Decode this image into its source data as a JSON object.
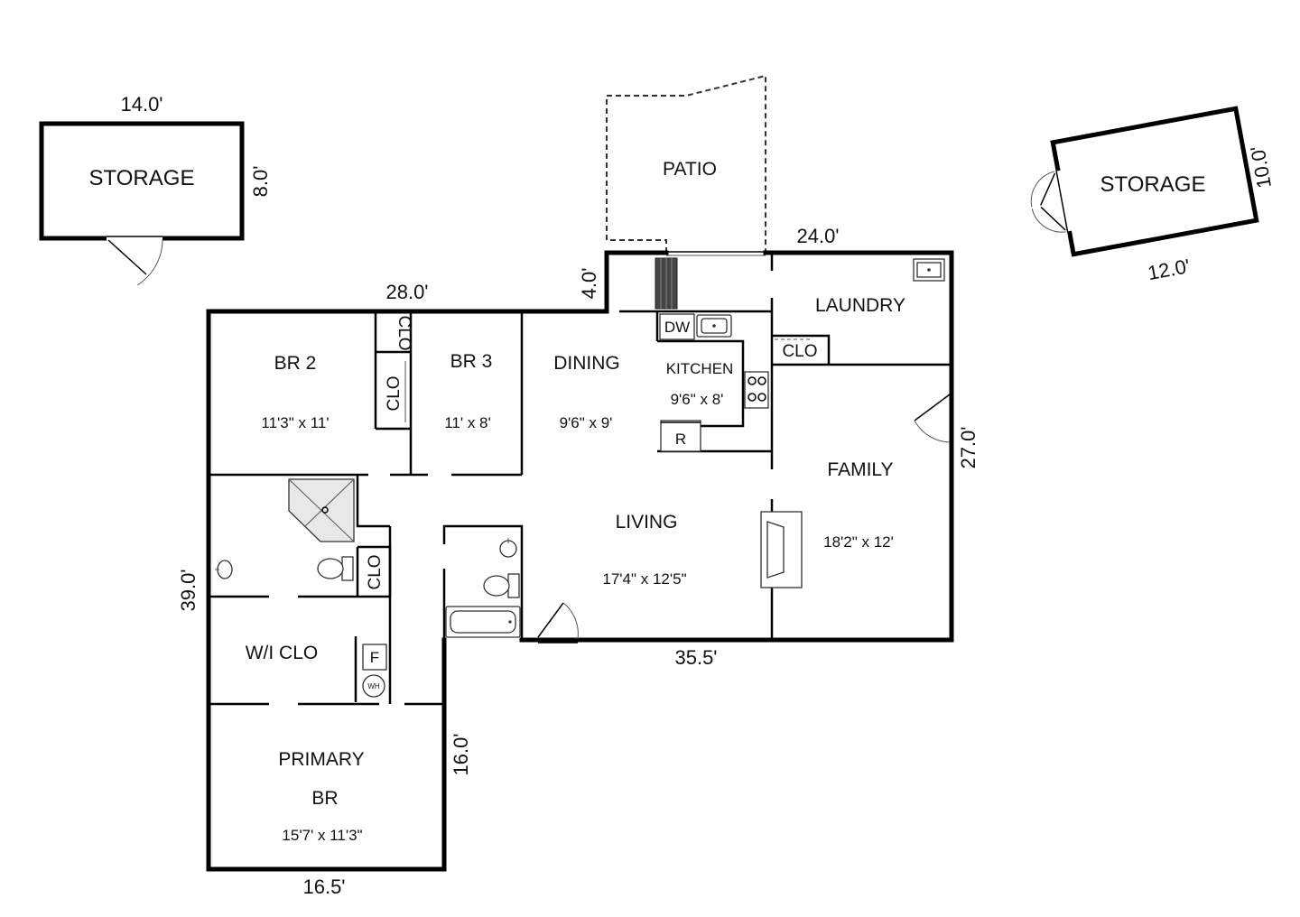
{
  "storage_left": {
    "label": "STORAGE",
    "width": "14.0'",
    "depth": "8.0'"
  },
  "storage_right": {
    "label": "STORAGE",
    "width": "12.0'",
    "depth": "10.0'"
  },
  "patio": {
    "label": "PATIO"
  },
  "rooms": {
    "br2": {
      "label": "BR 2",
      "size": "11'3\" x 11'"
    },
    "br3": {
      "label": "BR 3",
      "size": "11' x 8'"
    },
    "dining": {
      "label": "DINING",
      "size": "9'6\" x 9'"
    },
    "kitchen": {
      "label": "KITCHEN",
      "size": "9'6\" x 8'"
    },
    "laundry": {
      "label": "LAUNDRY"
    },
    "family": {
      "label": "FAMILY",
      "size": "18'2\" x 12'"
    },
    "living": {
      "label": "LIVING",
      "size": "17'4\" x 12'5\""
    },
    "wi_clo": {
      "label": "W/I CLO"
    },
    "primary": {
      "label_line1": "PRIMARY",
      "label_line2": "BR",
      "size": "15'7' x 11'3\""
    }
  },
  "closets": {
    "br2_top": "CLO",
    "br2_side": "CLO",
    "bath": "CLO",
    "laundry": "CLO"
  },
  "fixtures": {
    "dishwasher": "DW",
    "refrigerator": "R",
    "furnace": "F",
    "water_heater": "WH"
  },
  "dimensions": {
    "top_house": "28.0'",
    "step": "4.0'",
    "top_right": "24.0'",
    "right_side": "27.0'",
    "bottom_mid": "35.5'",
    "left_side": "39.0'",
    "primary_side": "16.0'",
    "bottom_left": "16.5'"
  }
}
